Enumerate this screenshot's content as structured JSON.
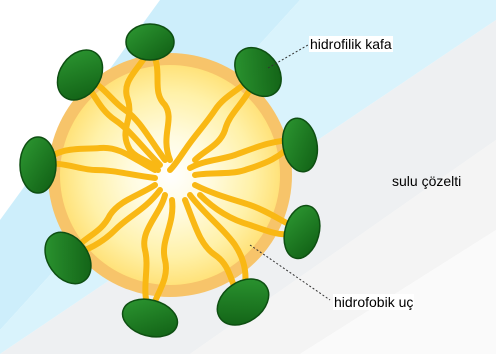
{
  "labels": {
    "hydrophilic_head": "hidrofilik kafa",
    "aqueous_solution": "sulu çözelti",
    "hydrophobic_tail": "hidrofobik uç"
  },
  "colors": {
    "solution_blue": "#cdeefb",
    "solution_grey": "#e8e8e8",
    "shell_orange": "#f7c46a",
    "core_yellow": "#fff7c2",
    "tail_orange": "#f9b814",
    "head_green": "#1a7a1e",
    "head_dark": "#0e4f12"
  }
}
